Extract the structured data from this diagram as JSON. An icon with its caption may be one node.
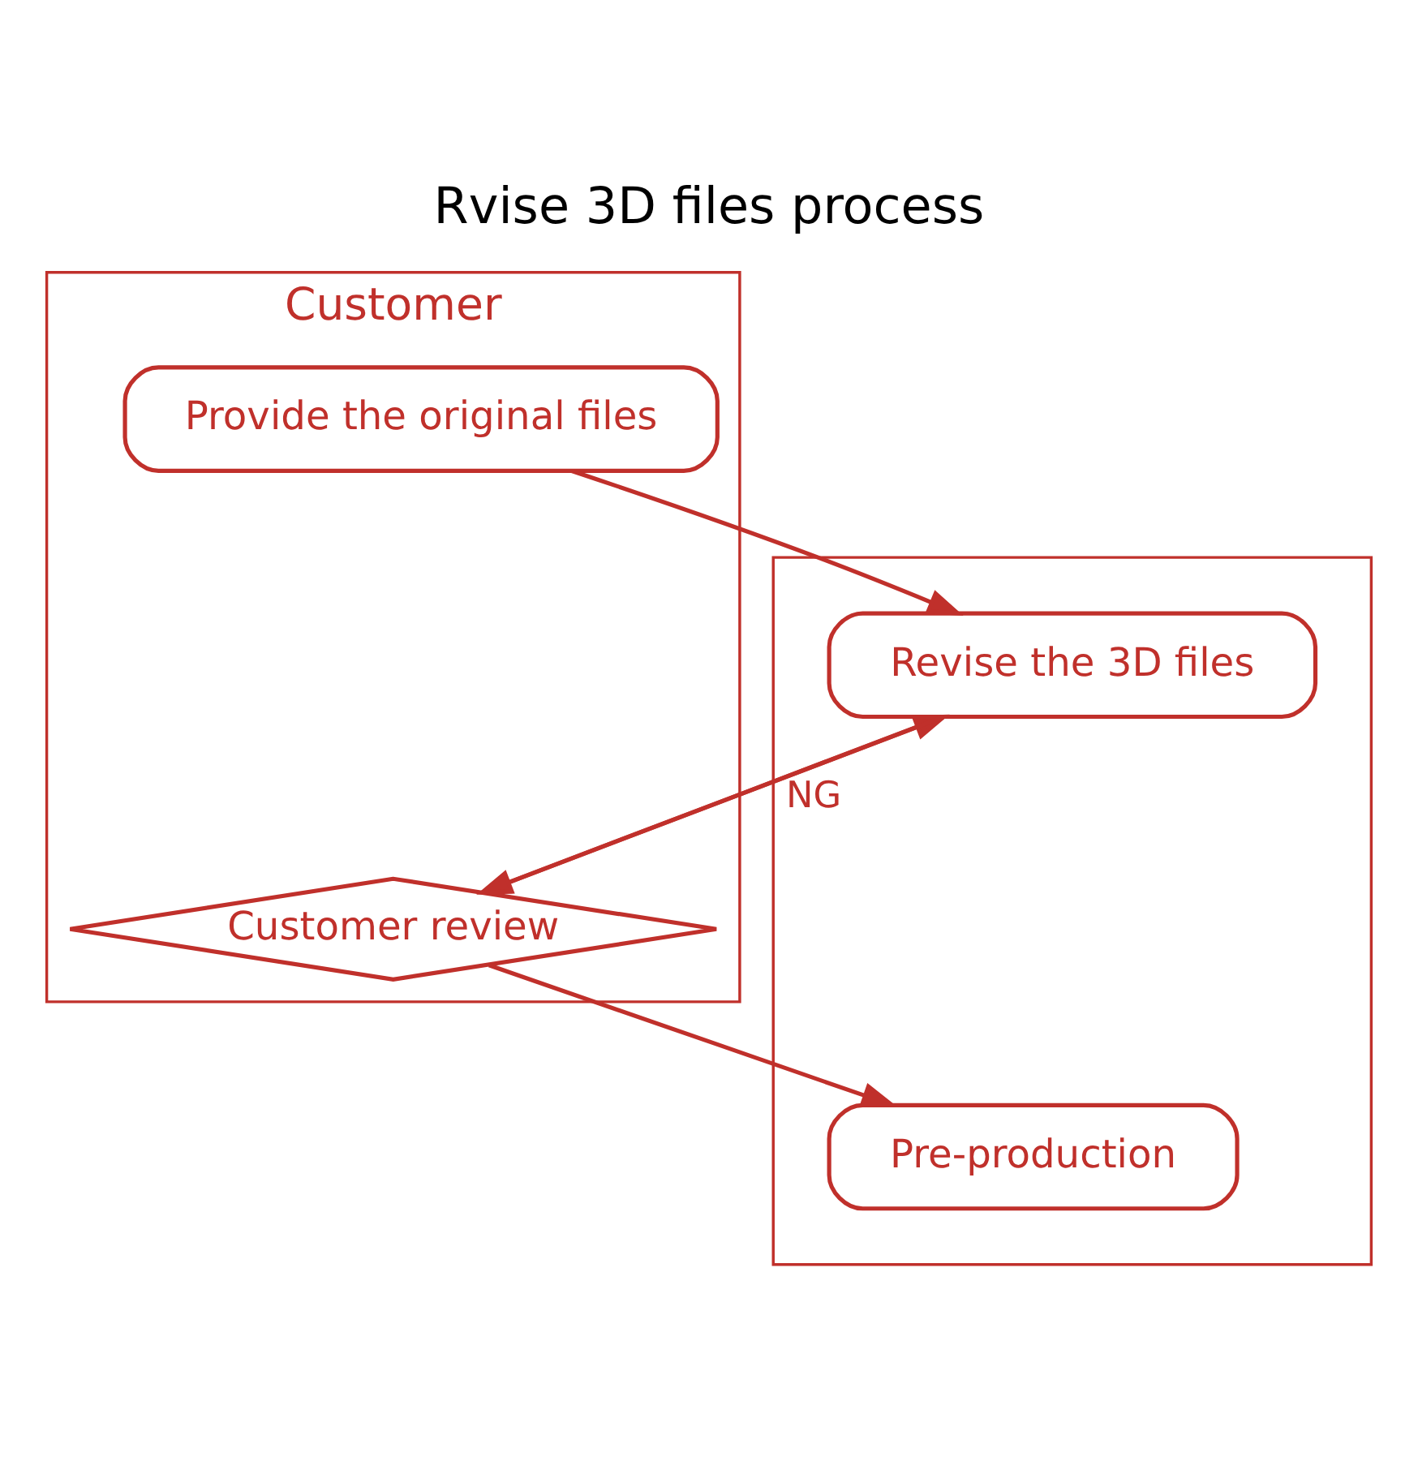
{
  "diagram": {
    "title": "Rvise 3D files process",
    "nodes": [
      {
        "text": [
          "Customer"
        ]
      },
      {
        "text": [],
        "shape": "box"
      },
      {
        "text": [
          "Provide the original files"
        ],
        "in": 0
      },
      {
        "text": [
          "Revise the 3D files"
        ],
        "in": 1
      },
      {
        "text": [
          "Customer review"
        ],
        "in": 0
      },
      {
        "text": [
          "Pre-production"
        ],
        "in": 1
      }
    ],
    "edges": [
      {
        "from": 2,
        "to": 3,
        "arrow": "to"
      },
      {
        "from": 3,
        "to": 4,
        "arrow": "to"
      },
      {
        "from": 4,
        "to": 3,
        "arrow": "to",
        "label": "NG"
      },
      {
        "from": 4,
        "to": 5,
        "arrow": "to"
      }
    ]
  }
}
